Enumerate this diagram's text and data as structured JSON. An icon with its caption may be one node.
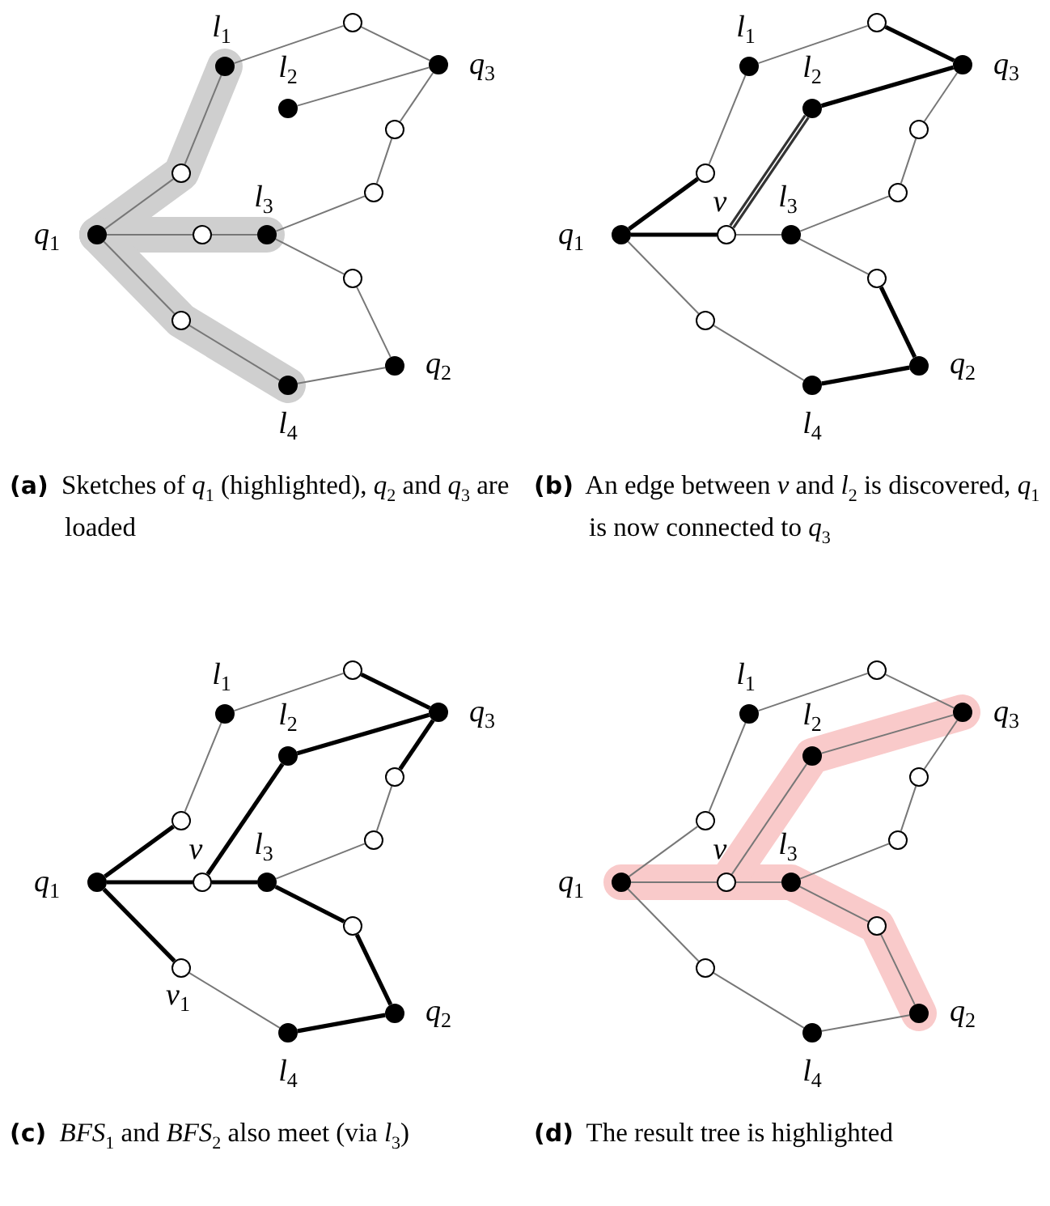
{
  "diagram": {
    "nodes": [
      {
        "text": [],
        "shape": "circle",
        "beside": [
          "*l*$_{1}$"
        ]
      },
      {
        "text": [],
        "shape": "circle"
      },
      {
        "text": [],
        "shape": "circle",
        "beside": [
          "*q*$_{3}$"
        ]
      },
      {
        "text": [],
        "shape": "circle",
        "beside": [
          "*l*$_{2}$"
        ]
      },
      {
        "text": [],
        "shape": "circle"
      },
      {
        "text": [],
        "shape": "circle"
      },
      {
        "text": [],
        "shape": "circle",
        "beside": [
          "*q*$_{1}$"
        ]
      },
      {
        "text": [],
        "shape": "circle"
      },
      {
        "text": [],
        "shape": "circle",
        "beside": [
          "*l*$_{3}$"
        ]
      },
      {
        "text": [],
        "shape": "circle"
      },
      {
        "text": [],
        "shape": "circle"
      },
      {
        "text": [],
        "shape": "circle"
      },
      {
        "text": [],
        "shape": "circle",
        "beside": [
          "*q*$_{2}$"
        ]
      },
      {
        "text": [],
        "shape": "circle",
        "beside": [
          "*l*$_{4}$"
        ]
      },
      {
        "text": [],
        "shape": "circle",
        "beside": [
          "*l*$_{1}$"
        ]
      },
      {
        "text": [],
        "shape": "circle"
      },
      {
        "text": [],
        "shape": "circle",
        "beside": [
          "*q*$_{3}$"
        ]
      },
      {
        "text": [],
        "shape": "circle",
        "beside": [
          "*l*$_{2}$"
        ]
      },
      {
        "text": [],
        "shape": "circle"
      },
      {
        "text": [],
        "shape": "circle"
      },
      {
        "text": [],
        "shape": "circle",
        "beside": [
          "*q*$_{1}$"
        ]
      },
      {
        "text": [],
        "shape": "circle",
        "beside": [
          "*v*"
        ]
      },
      {
        "text": [],
        "shape": "circle",
        "beside": [
          "*l*$_{3}$"
        ]
      },
      {
        "text": [],
        "shape": "circle"
      },
      {
        "text": [],
        "shape": "circle"
      },
      {
        "text": [],
        "shape": "circle"
      },
      {
        "text": [],
        "shape": "circle",
        "beside": [
          "*q*$_{2}$"
        ]
      },
      {
        "text": [],
        "shape": "circle",
        "beside": [
          "*l*$_{4}$"
        ]
      },
      {
        "text": [],
        "shape": "circle",
        "beside": [
          "*l*$_{1}$"
        ]
      },
      {
        "text": [],
        "shape": "circle"
      },
      {
        "text": [],
        "shape": "circle",
        "beside": [
          "*q*$_{3}$"
        ]
      },
      {
        "text": [],
        "shape": "circle",
        "beside": [
          "*l*$_{2}$"
        ]
      },
      {
        "text": [],
        "shape": "circle"
      },
      {
        "text": [],
        "shape": "circle"
      },
      {
        "text": [],
        "shape": "circle",
        "beside": [
          "*q*$_{1}$"
        ]
      },
      {
        "text": [],
        "shape": "circle",
        "beside": [
          "*v*"
        ]
      },
      {
        "text": [],
        "shape": "circle",
        "beside": [
          "*l*$_{3}$"
        ]
      },
      {
        "text": [],
        "shape": "circle"
      },
      {
        "text": [],
        "shape": "circle"
      },
      {
        "text": [],
        "shape": "circle",
        "beside": [
          "*v*$_{1}$"
        ]
      },
      {
        "text": [],
        "shape": "circle",
        "beside": [
          "*q*$_{2}$"
        ]
      },
      {
        "text": [],
        "shape": "circle",
        "beside": [
          "*l*$_{4}$"
        ]
      },
      {
        "text": [],
        "shape": "circle",
        "beside": [
          "*l*$_{1}$"
        ]
      },
      {
        "text": [],
        "shape": "circle"
      },
      {
        "text": [],
        "shape": "circle",
        "beside": [
          "*q*$_{3}$"
        ]
      },
      {
        "text": [],
        "shape": "circle",
        "beside": [
          "*l*$_{2}$"
        ]
      },
      {
        "text": [],
        "shape": "circle"
      },
      {
        "text": [],
        "shape": "circle"
      },
      {
        "text": [],
        "shape": "circle",
        "beside": [
          "*q*$_{1}$"
        ]
      },
      {
        "text": [],
        "shape": "circle",
        "beside": [
          "*v*"
        ]
      },
      {
        "text": [],
        "shape": "circle",
        "beside": [
          "*l*$_{3}$"
        ]
      },
      {
        "text": [],
        "shape": "circle"
      },
      {
        "text": [],
        "shape": "circle"
      },
      {
        "text": [],
        "shape": "circle"
      },
      {
        "text": [],
        "shape": "circle",
        "beside": [
          "*q*$_{2}$"
        ]
      },
      {
        "text": [],
        "shape": "circle",
        "beside": [
          "*l*$_{4}$"
        ]
      }
    ],
    "edges": [
      {
        "from": 0,
        "to": 1,
        "arrow": "none"
      },
      {
        "from": 1,
        "to": 2,
        "arrow": "none"
      },
      {
        "from": 3,
        "to": 2,
        "arrow": "none"
      },
      {
        "from": 2,
        "to": 4,
        "arrow": "none"
      },
      {
        "from": 4,
        "to": 9,
        "arrow": "none"
      },
      {
        "from": 9,
        "to": 8,
        "arrow": "none"
      },
      {
        "from": 0,
        "to": 5,
        "arrow": "none"
      },
      {
        "from": 5,
        "to": 6,
        "arrow": "none"
      },
      {
        "from": 6,
        "to": 7,
        "arrow": "none"
      },
      {
        "from": 7,
        "to": 8,
        "arrow": "none"
      },
      {
        "from": 8,
        "to": 10,
        "arrow": "none"
      },
      {
        "from": 10,
        "to": 12,
        "arrow": "none"
      },
      {
        "from": 6,
        "to": 11,
        "arrow": "none"
      },
      {
        "from": 11,
        "to": 13,
        "arrow": "none"
      },
      {
        "from": 13,
        "to": 12,
        "arrow": "none"
      },
      {
        "from": 14,
        "to": 15,
        "arrow": "none"
      },
      {
        "from": 15,
        "to": 16,
        "arrow": "none",
        "style": "thick",
        "color": "#000000"
      },
      {
        "from": 17,
        "to": 16,
        "arrow": "none",
        "style": "thick",
        "color": "#000000"
      },
      {
        "from": 16,
        "to": 18,
        "arrow": "none"
      },
      {
        "from": 18,
        "to": 23,
        "arrow": "none"
      },
      {
        "from": 23,
        "to": 22,
        "arrow": "none"
      },
      {
        "from": 14,
        "to": 19,
        "arrow": "none"
      },
      {
        "from": 19,
        "to": 20,
        "arrow": "none",
        "style": "thick",
        "color": "#000000"
      },
      {
        "from": 20,
        "to": 21,
        "arrow": "none",
        "style": "thick",
        "color": "#000000"
      },
      {
        "from": 21,
        "to": 22,
        "arrow": "none"
      },
      {
        "from": 22,
        "to": 24,
        "arrow": "none"
      },
      {
        "from": 24,
        "to": 26,
        "arrow": "none",
        "style": "thick",
        "color": "#000000"
      },
      {
        "from": 20,
        "to": 25,
        "arrow": "none"
      },
      {
        "from": 25,
        "to": 27,
        "arrow": "none"
      },
      {
        "from": 27,
        "to": 26,
        "arrow": "none",
        "style": "thick",
        "color": "#000000"
      },
      {
        "from": 21,
        "to": 17,
        "arrow": "none",
        "color": "#333333"
      },
      {
        "from": 28,
        "to": 29,
        "arrow": "none"
      },
      {
        "from": 29,
        "to": 30,
        "arrow": "none",
        "style": "thick",
        "color": "#000000"
      },
      {
        "from": 31,
        "to": 30,
        "arrow": "none",
        "style": "thick",
        "color": "#000000"
      },
      {
        "from": 30,
        "to": 32,
        "arrow": "none",
        "style": "thick",
        "color": "#000000"
      },
      {
        "from": 32,
        "to": 37,
        "arrow": "none"
      },
      {
        "from": 37,
        "to": 36,
        "arrow": "none"
      },
      {
        "from": 28,
        "to": 33,
        "arrow": "none"
      },
      {
        "from": 33,
        "to": 34,
        "arrow": "none",
        "style": "thick",
        "color": "#000000"
      },
      {
        "from": 34,
        "to": 35,
        "arrow": "none",
        "style": "thick",
        "color": "#000000"
      },
      {
        "from": 35,
        "to": 36,
        "arrow": "none",
        "style": "thick",
        "color": "#000000"
      },
      {
        "from": 36,
        "to": 38,
        "arrow": "none",
        "style": "thick",
        "color": "#000000"
      },
      {
        "from": 38,
        "to": 40,
        "arrow": "none",
        "style": "thick",
        "color": "#000000"
      },
      {
        "from": 34,
        "to": 39,
        "arrow": "none",
        "style": "thick",
        "color": "#000000"
      },
      {
        "from": 39,
        "to": 41,
        "arrow": "none"
      },
      {
        "from": 41,
        "to": 40,
        "arrow": "none",
        "style": "thick",
        "color": "#000000"
      },
      {
        "from": 35,
        "to": 31,
        "arrow": "none",
        "style": "thick",
        "color": "#000000"
      },
      {
        "from": 42,
        "to": 43,
        "arrow": "none"
      },
      {
        "from": 43,
        "to": 44,
        "arrow": "none"
      },
      {
        "from": 45,
        "to": 44,
        "arrow": "none"
      },
      {
        "from": 44,
        "to": 46,
        "arrow": "none"
      },
      {
        "from": 46,
        "to": 51,
        "arrow": "none"
      },
      {
        "from": 51,
        "to": 50,
        "arrow": "none"
      },
      {
        "from": 42,
        "to": 47,
        "arrow": "none"
      },
      {
        "from": 47,
        "to": 48,
        "arrow": "none"
      },
      {
        "from": 48,
        "to": 49,
        "arrow": "none"
      },
      {
        "from": 49,
        "to": 50,
        "arrow": "none"
      },
      {
        "from": 50,
        "to": 52,
        "arrow": "none"
      },
      {
        "from": 52,
        "to": 54,
        "arrow": "none"
      },
      {
        "from": 48,
        "to": 53,
        "arrow": "none"
      },
      {
        "from": 53,
        "to": 55,
        "arrow": "none"
      },
      {
        "from": 55,
        "to": 54,
        "arrow": "none"
      },
      {
        "from": 49,
        "to": 45,
        "arrow": "none"
      }
    ],
    "labels": [
      "**(a)** Sketches of *q*$_{1}$ (highlighted), *q*$_{2}$ and *q*$_{3}$ are loaded",
      "**(b)** An edge between *v* and *l*$_{2}$ is discovered, *q*$_{1}$ is now connected to *q*$_{3}$",
      "**(c)** *BFS*$_{1}$ and *BFS*$_{2}$ also meet (via *l*$_{3}$)",
      "**(d)** The result tree is highlighted"
    ]
  }
}
